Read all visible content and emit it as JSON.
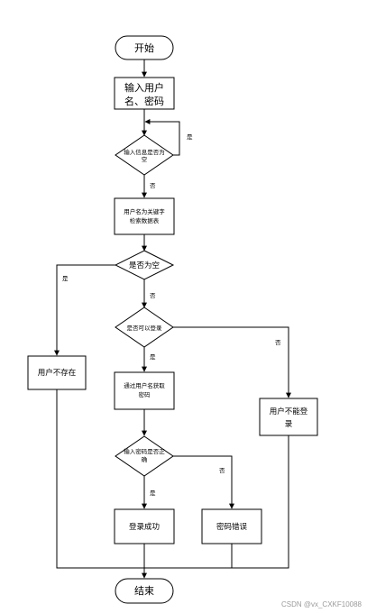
{
  "nodes": {
    "start": "开始",
    "input_user_pwd": [
      "输入用户",
      "名、密码"
    ],
    "check_input_empty": [
      "输入信息是否为",
      "空"
    ],
    "query_by_username": [
      "用户名为关键字",
      "检索数据表"
    ],
    "is_empty": "是否为空",
    "user_not_exist": "用户不存在",
    "can_login": "是否可以登录",
    "get_password": [
      "通过用户名获取",
      "密码"
    ],
    "cannot_login": [
      "用户不能登",
      "录"
    ],
    "check_password": [
      "输入密码是否正",
      "确"
    ],
    "login_success": "登录成功",
    "password_error": "密码错误",
    "end": "结束"
  },
  "edge_labels": {
    "input_empty_yes": "是",
    "input_empty_no": "否",
    "is_empty_yes": "是",
    "is_empty_no": "否",
    "can_login_yes": "是",
    "can_login_no": "否",
    "pwd_correct_yes": "是",
    "pwd_correct_no": "否"
  },
  "watermark": "CSDN @vx_CXKF10088"
}
